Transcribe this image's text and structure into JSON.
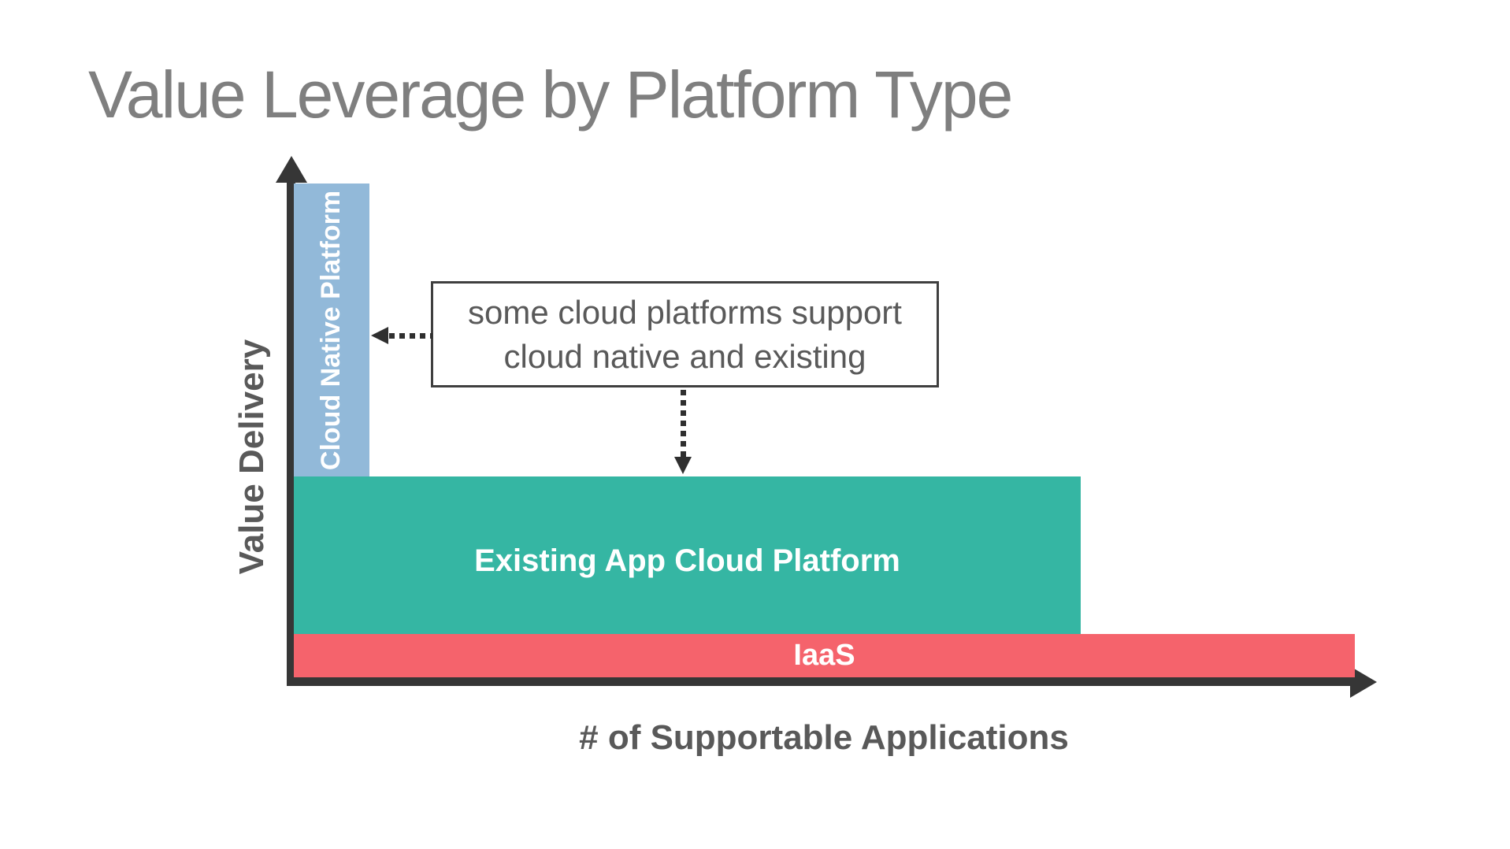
{
  "slide": {
    "title": "Value Leverage by Platform Type"
  },
  "axes": {
    "y_label": "Value Delivery",
    "x_label": "# of Supportable Applications",
    "axis_color": "#363636",
    "label_color": "#595959"
  },
  "bars": {
    "cloud_native": {
      "label": "Cloud Native Platform",
      "color": "#92B9D9",
      "text_color": "#FFFFFF"
    },
    "existing_app": {
      "label": "Existing App Cloud Platform",
      "color": "#35B6A3",
      "text_color": "#FFFFFF"
    },
    "iaas": {
      "label": "IaaS",
      "color": "#F5636C",
      "text_color": "#FFFFFF"
    }
  },
  "callout": {
    "line1": "some cloud platforms support",
    "line2": "cloud native and existing",
    "border_color": "#3F3F3F",
    "text_color": "#595959",
    "arrow_color": "#2F2F2F"
  },
  "colors": {
    "title": "#7F7F7F",
    "background": "#FFFFFF"
  },
  "chart_data": {
    "type": "bar",
    "title": "Value Leverage by Platform Type",
    "xlabel": "# of Supportable Applications",
    "ylabel": "Value Delivery",
    "axes_quantified": false,
    "grid": false,
    "legend_position": "none",
    "series": [
      {
        "name": "Cloud Native Platform",
        "orientation": "vertical",
        "value_delivery_relative": 0.95,
        "supportable_apps_relative": 0.07,
        "color": "#92B9D9"
      },
      {
        "name": "Existing App Cloud Platform",
        "orientation": "horizontal",
        "value_delivery_relative": 0.4,
        "supportable_apps_relative": 0.73,
        "color": "#35B6A3"
      },
      {
        "name": "IaaS",
        "orientation": "horizontal",
        "value_delivery_relative": 0.1,
        "supportable_apps_relative": 0.98,
        "color": "#F5636C"
      }
    ],
    "annotations": [
      {
        "text": "some cloud platforms support cloud native and existing",
        "arrows_point_to": [
          "Cloud Native Platform",
          "Existing App Cloud Platform"
        ]
      }
    ]
  }
}
